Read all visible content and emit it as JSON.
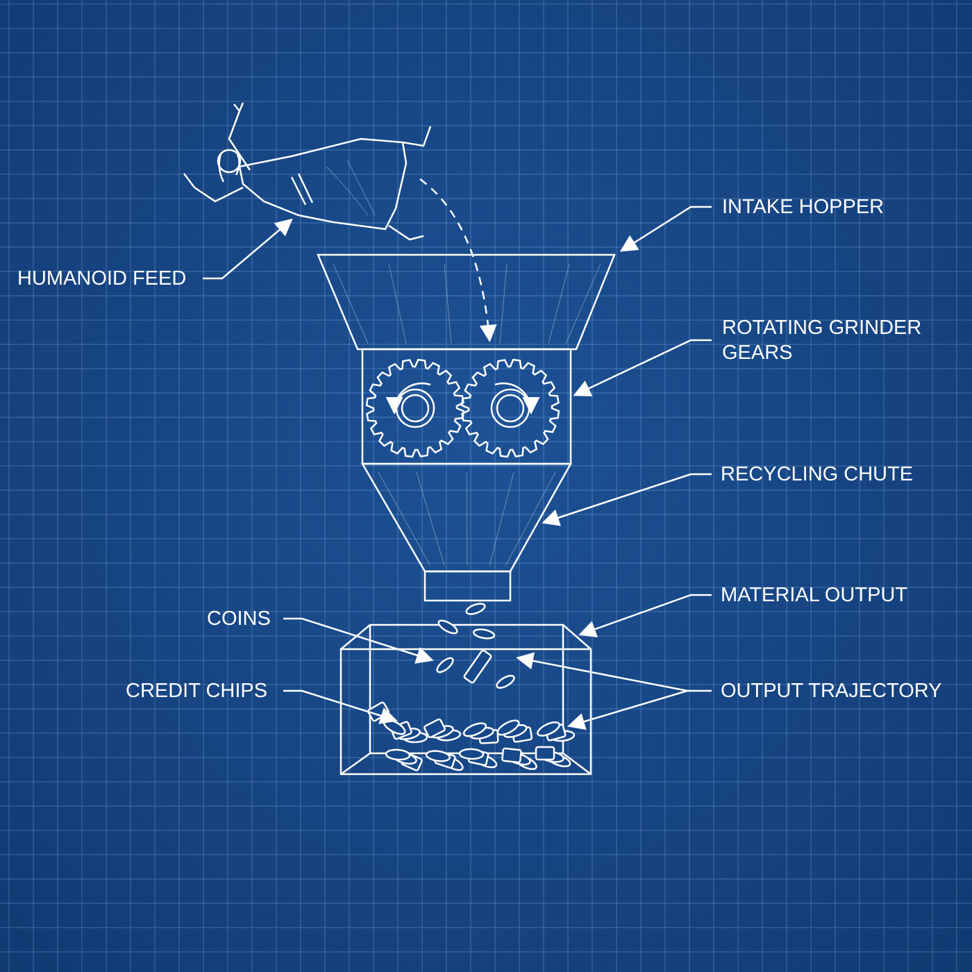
{
  "labels": {
    "intake_hopper": "INTAKE HOPPER",
    "humanoid_feed": "HUMANOID FEED",
    "grinder_line1": "ROTATING GRINDER",
    "grinder_line2": "GEARS",
    "recycling_chute": "RECYCLING CHUTE",
    "material_output": "MATERIAL OUTPUT",
    "coins": "COINS",
    "credit_chips": "CREDIT CHIPS",
    "output_trajectory": "OUTPUT TRAJECTORY"
  },
  "colors": {
    "background": "#17488a",
    "line": "#ffffff"
  }
}
